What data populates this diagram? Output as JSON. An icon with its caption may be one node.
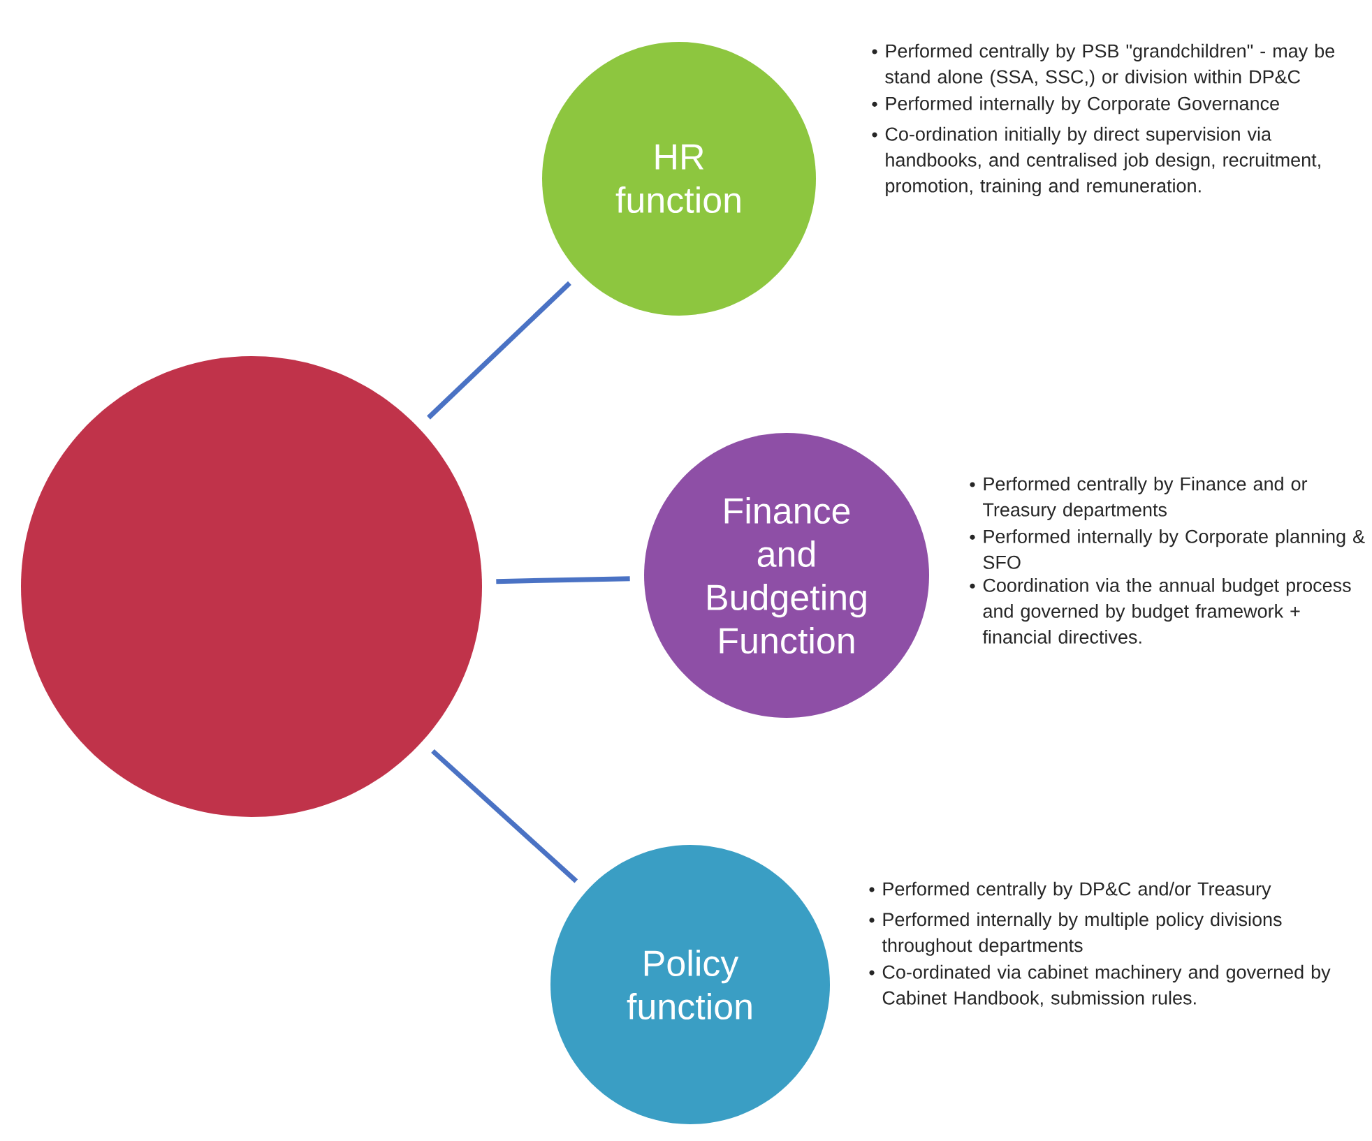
{
  "diagram": {
    "nodes": [
      {
        "text": [],
        "shape": "circle"
      },
      {
        "text": [
          "HR function"
        ],
        "beside": [
          "Performed centrally by PSB \"grandchildren\" - may be stand alone (SSA, SSC,) or division within DP&C",
          "Performed internally by Corporate Governance",
          "Co-ordination initially by direct supervision via handbooks, and centralised job design, recruitment, promotion, training and remuneration."
        ]
      },
      {
        "text": [
          "Finance and Budgeting Function"
        ],
        "beside": [
          "Performed centrally by Finance and or Treasury departments",
          "Performed internally by Corporate planning & SFO",
          "Coordination via the annual budget process and governed by budget framework + financial directives."
        ]
      },
      {
        "text": [
          "Policy function"
        ],
        "beside": [
          "Performed centrally by DP&C and/or Treasury",
          "Performed internally by multiple policy divisions throughout departments",
          "Co-ordinated via cabinet machinery and governed by Cabinet Handbook, submission rules."
        ]
      }
    ],
    "edges": [
      {
        "from": 0,
        "to": 1,
        "arrow": "none"
      },
      {
        "from": 0,
        "to": 2,
        "arrow": "none"
      },
      {
        "from": 0,
        "to": 3,
        "arrow": "none"
      }
    ]
  }
}
